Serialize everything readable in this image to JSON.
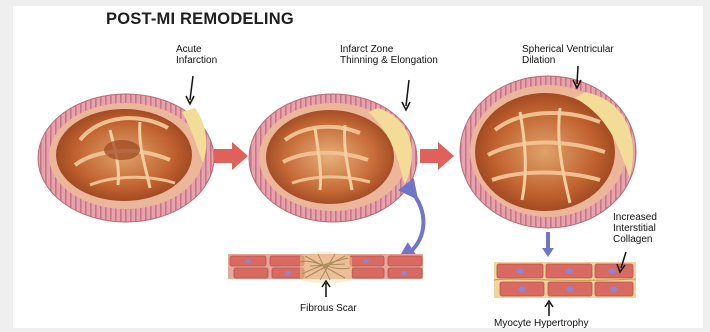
{
  "title": "POST-MI REMODELING",
  "labels": {
    "acute_line1": "Acute",
    "acute_line2": "Infarction",
    "thin_line1": "Infarct Zone",
    "thin_line2": "Thinning & Elongation",
    "sph_line1": "Spherical Ventricular",
    "sph_line2": "Dilation",
    "fibrous": "Fibrous Scar",
    "coll_line1": "Increased",
    "coll_line2": "Interstitial",
    "coll_line3": "Collagen",
    "myo": "Myocyte Hypertrophy"
  },
  "colors": {
    "arrow_red": "#e0605a",
    "arrow_blue": "#6f76c9",
    "tissue_pink": "#d98a95",
    "scar_yellow": "#f2dc98",
    "cavity_brown": "#b5522c",
    "cell_red": "#d96a62"
  }
}
